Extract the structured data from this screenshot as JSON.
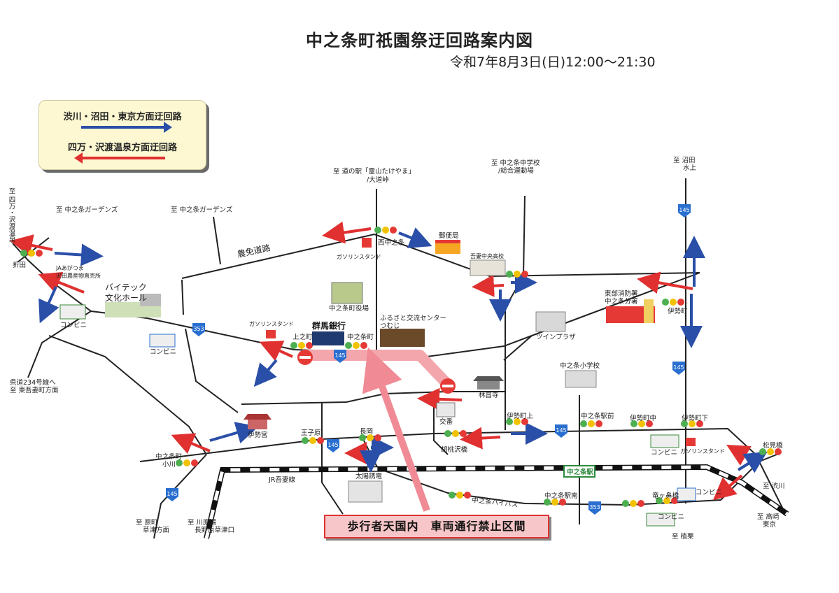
{
  "header": {
    "title": "中之条町祇園祭迂回路案内図",
    "subtitle": "令和7年8月3日(日)12:00～21:30"
  },
  "legend": {
    "blue_route": "渋川・沼田・東京方面迂回路",
    "red_route": "四万・沢渡温泉方面迂回路",
    "blue_color": "#2a4fa8",
    "red_color": "#e03030"
  },
  "banner": "歩行者天国内　車両通行禁止区間",
  "colors": {
    "road": "#222222",
    "closed_zone": "#f4a6ad",
    "signal_green": "#4caf50",
    "signal_yellow": "#f2c200",
    "signal_red": "#e53935",
    "route_shield": "#2a6fd0"
  },
  "labels": {
    "shimanto": "至 四万・沢渡温泉",
    "orita": "折田",
    "gardens1": "至 中之条ガーデンズ",
    "gardens2": "至 中之条ガーデンズ",
    "ja1": "JAあがつま",
    "ja2": "沢田農産物直売所",
    "michinoeki1": "至 道の駅「霊山たけやま」",
    "michinoeki2": "/大道峠",
    "nomen": "農免道路",
    "gs_nishi": "ガソリンスタンド",
    "nishinakanojo": "西中之条",
    "yubinkyoku": "郵便局",
    "chugakko1": "至 中之条中学校",
    "chugakko2": "/総合運動場",
    "agatsuma_hs": "吾妻中央高校",
    "numata1": "至 沼田",
    "numata2": "水上",
    "bytec1": "バイテック",
    "bytec2": "文化ホール",
    "yakuba": "中之条町役場",
    "furusato": "ふるさと交流センター",
    "tsumuji": "つむじ",
    "gunmabank": "群馬銀行",
    "kaminocho": "上之町",
    "nakanojomachi": "中之条町",
    "gs_kami": "ガソリンスタンド",
    "conv_nw": "コンビニ",
    "conv_w2": "コンビニ",
    "twinplaza": "ツインプラザ",
    "fire1": "東部消防署",
    "fire2": "中之条分署",
    "isemachi": "伊勢町",
    "kendo1": "県道234号線へ",
    "kendo2": "至 東吾妻町方面",
    "rinshoji": "林昌寺",
    "koban": "交番",
    "elementary": "中之条小学校",
    "isemachikami": "伊勢町上",
    "ekimae": "中之条駅前",
    "isemachinaka": "伊勢町中",
    "isemachishita": "伊勢町下",
    "iseguu": "伊勢宮",
    "ojibara": "王子原",
    "nagaoka": "長岡",
    "kurumisawa": "胡桃沢橋",
    "conv_e1": "コンビニ",
    "gs_e": "ガソリンスタンド",
    "matsumibashi": "松見橋",
    "shibukawa": "至 渋川",
    "ogawa1": "中之条町",
    "ogawa2": "小川",
    "jr": "JR吾妻線",
    "station": "中之条駅",
    "taiyo": "太陽誘電",
    "bypass": "中之条バイパス",
    "ekiminami": "中之条駅南",
    "ryugahana": "竜ヶ鼻橋",
    "conv_e2": "コンビニ",
    "conv_e3": "コンビニ",
    "takasaki1": "至 高崎",
    "takasaki2": "東京",
    "haramachi1": "至 原町",
    "haramachi2": "草津方面",
    "kawarayu1": "至 川原湯",
    "kawarayu2": "長野原草津口",
    "uekuri": "至 植栗"
  },
  "shields": {
    "r145": "145",
    "r353": "353"
  },
  "icons": [
    "gas-station-icon",
    "post-office-icon",
    "convenience-store-icon",
    "school-icon",
    "fire-station-icon",
    "temple-icon",
    "police-box-icon",
    "no-entry-icon",
    "traffic-signal-icon",
    "station-icon"
  ]
}
